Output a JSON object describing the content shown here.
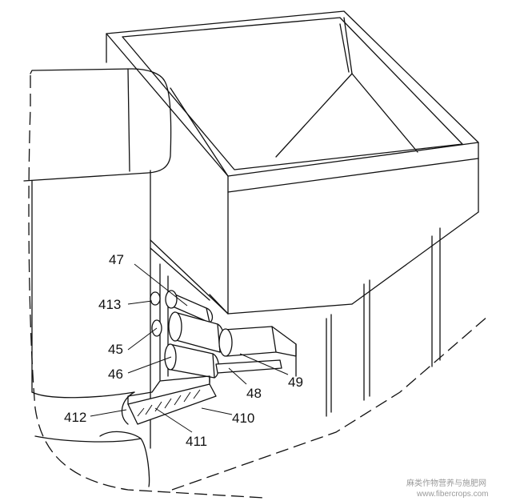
{
  "labels": {
    "l47": "47",
    "l413": "413",
    "l45": "45",
    "l46": "46",
    "l412": "412",
    "l411": "411",
    "l410": "410",
    "l48": "48",
    "l49": "49"
  },
  "watermark": {
    "cn": "麻类作物营养与施肥网",
    "url": "www.fibercrops.com"
  }
}
